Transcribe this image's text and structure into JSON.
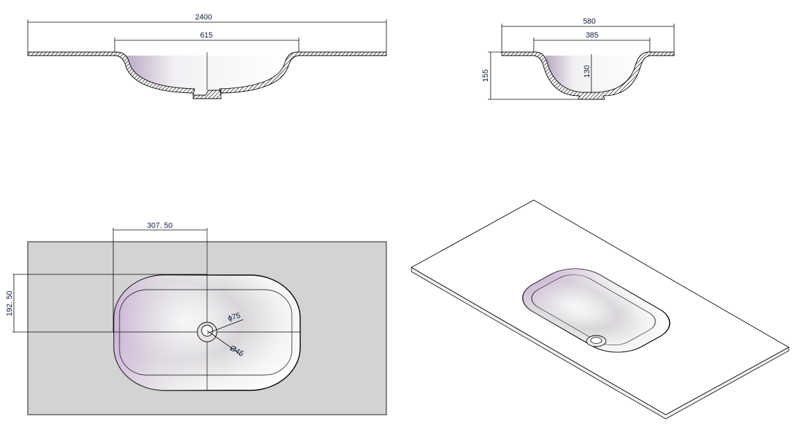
{
  "front_section": {
    "overall_width": "2400",
    "bowl_width": "615"
  },
  "side_section": {
    "overall_depth": "580",
    "bowl_depth": "385",
    "overall_height": "155",
    "bowl_height": "130"
  },
  "plan_view": {
    "drain_offset_x": "307. 50",
    "drain_offset_y": "192. 50",
    "drain_outer_dia": "ϕ75",
    "drain_inner_dia": "Ø45"
  },
  "colors": {
    "plan_fill": "#d3d3d3",
    "line": "#000000",
    "bowl_tint": "#c9a8d6"
  }
}
